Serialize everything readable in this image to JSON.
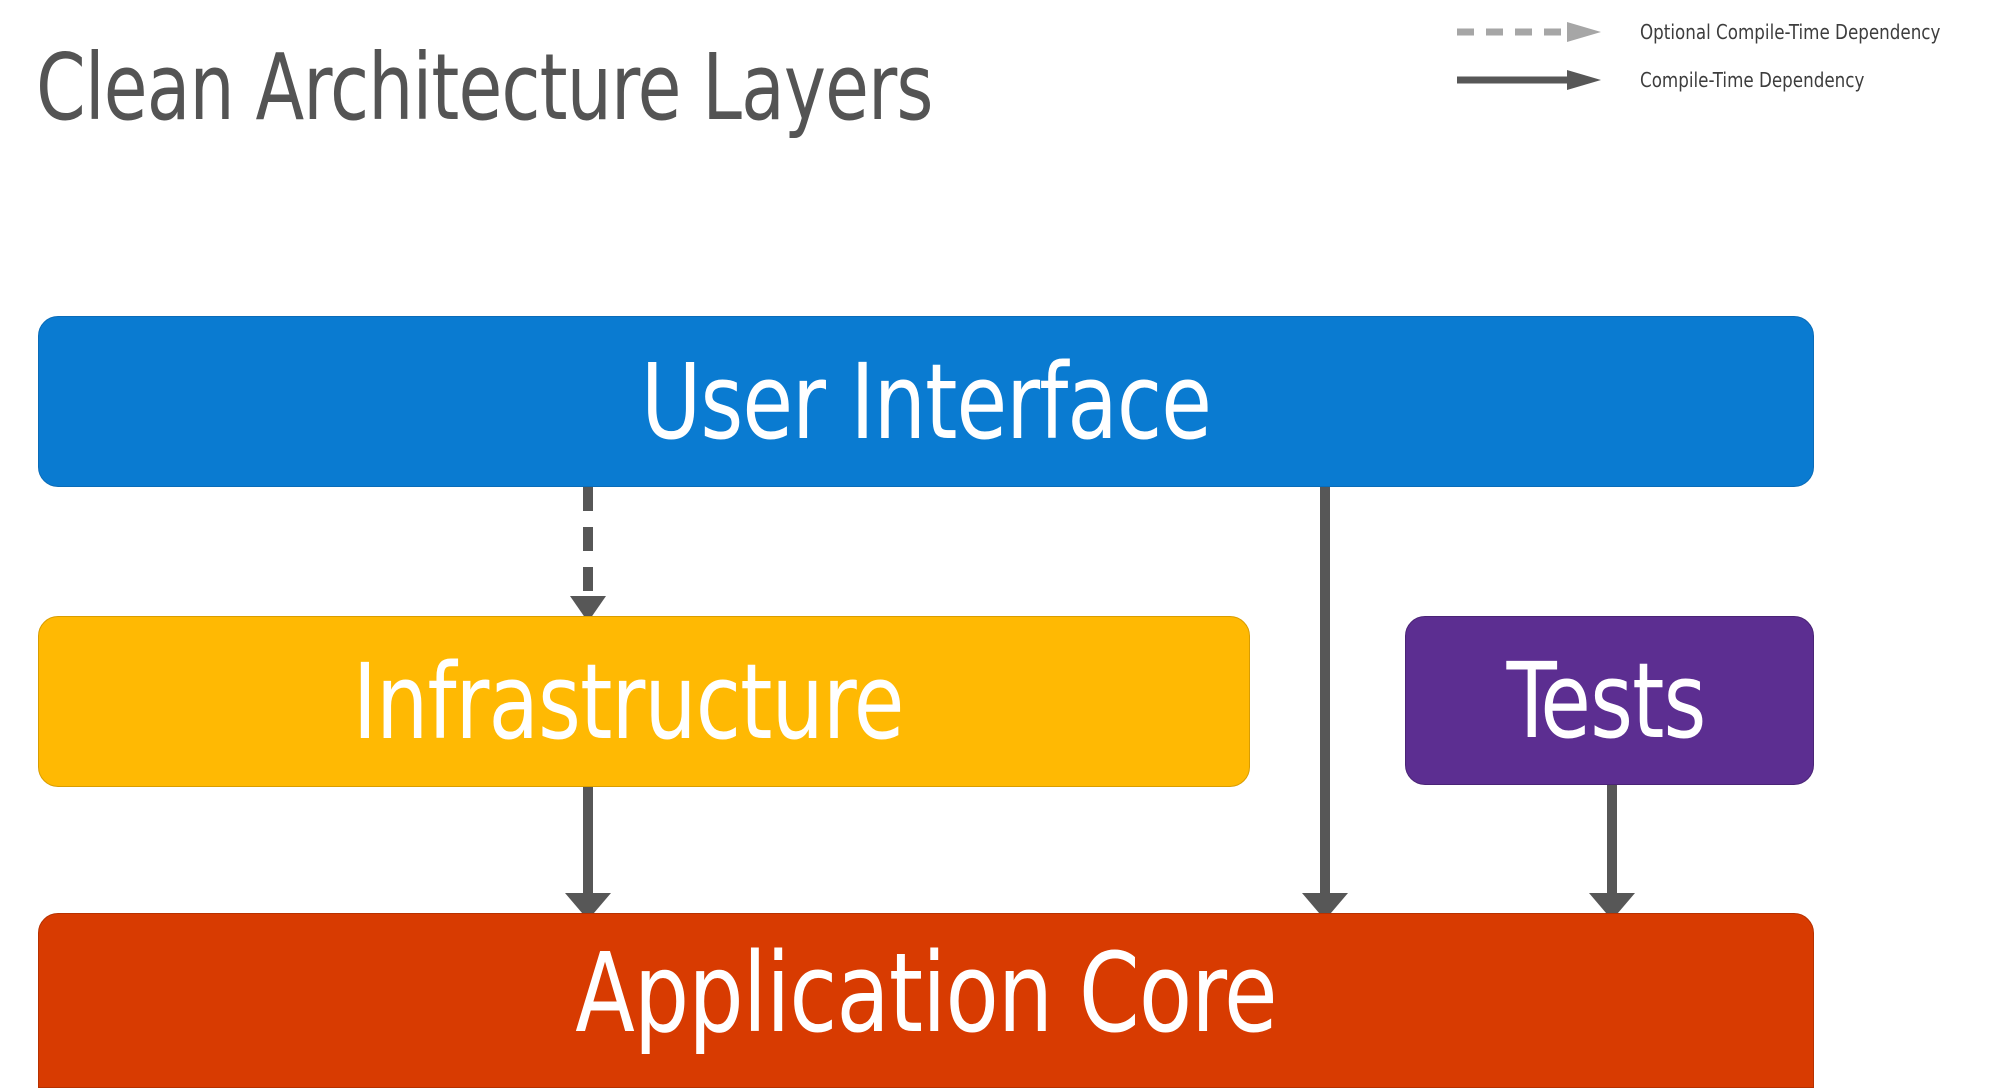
{
  "title": "Clean Architecture Layers",
  "colors": {
    "title_text": "#545454",
    "user_interface": "#0A7BD1",
    "infrastructure": "#FFB903",
    "tests": "#5C2E91",
    "application_core": "#D83B01",
    "arrow_solid": "#575757",
    "arrow_dashed": "#A6A6A6",
    "legend_text": "#3D3D3D",
    "background": "#FFFFFF",
    "box_label_text": "#FFFFFF"
  },
  "legend": {
    "items": [
      {
        "label": "Optional Compile-Time Dependency",
        "style": "dashed",
        "color": "#A6A6A6",
        "icon": "dashed-arrow-right-icon"
      },
      {
        "label": "Compile-Time Dependency",
        "style": "solid",
        "color": "#575757",
        "icon": "solid-arrow-right-icon"
      }
    ]
  },
  "layers": [
    {
      "id": "user-interface",
      "label": "User Interface",
      "color": "#0A7BD1"
    },
    {
      "id": "infrastructure",
      "label": "Infrastructure",
      "color": "#FFB903"
    },
    {
      "id": "tests",
      "label": "Tests",
      "color": "#5C2E91"
    },
    {
      "id": "application-core",
      "label": "Application Core",
      "color": "#D83B01"
    }
  ],
  "dependencies": [
    {
      "from": "user-interface",
      "to": "infrastructure",
      "style": "dashed",
      "kind": "Optional Compile-Time Dependency"
    },
    {
      "from": "infrastructure",
      "to": "application-core",
      "style": "solid",
      "kind": "Compile-Time Dependency"
    },
    {
      "from": "user-interface",
      "to": "application-core",
      "style": "solid",
      "kind": "Compile-Time Dependency"
    },
    {
      "from": "tests",
      "to": "application-core",
      "style": "solid",
      "kind": "Compile-Time Dependency"
    }
  ]
}
